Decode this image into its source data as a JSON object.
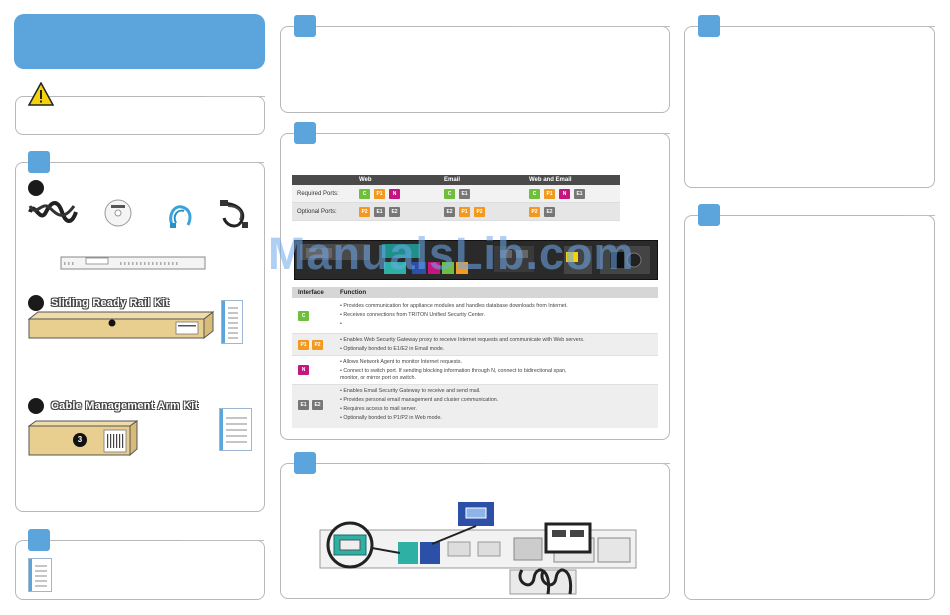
{
  "kits": {
    "rail_title": "Sliding Ready Rail Kit",
    "arm_title": "Cable Management Arm Kit",
    "arm_number": "3"
  },
  "ports_table": {
    "headers": [
      "Web",
      "Email",
      "Web and Email"
    ],
    "rows": [
      {
        "label": "Required Ports:",
        "web": [
          {
            "t": "C",
            "c": "green"
          },
          {
            "t": "P1",
            "c": "orange"
          },
          {
            "t": "N",
            "c": "mag"
          }
        ],
        "email": [
          {
            "t": "C",
            "c": "green"
          },
          {
            "t": "E1",
            "c": "gray"
          }
        ],
        "both": [
          {
            "t": "C",
            "c": "green"
          },
          {
            "t": "P1",
            "c": "orange"
          },
          {
            "t": "N",
            "c": "mag"
          },
          {
            "t": "E1",
            "c": "gray"
          }
        ]
      },
      {
        "label": "Optional Ports:",
        "web": [
          {
            "t": "P2",
            "c": "orange"
          },
          {
            "t": "E1",
            "c": "gray"
          },
          {
            "t": "E2",
            "c": "gray"
          }
        ],
        "email": [
          {
            "t": "E2",
            "c": "gray"
          },
          {
            "t": "P1",
            "c": "orange"
          },
          {
            "t": "P2",
            "c": "orange"
          }
        ],
        "both": [
          {
            "t": "P2",
            "c": "orange"
          },
          {
            "t": "E2",
            "c": "gray"
          }
        ]
      }
    ]
  },
  "function_table": {
    "header_interface": "Interface",
    "header_function": "Function",
    "rows": [
      {
        "chips": [
          {
            "t": "C",
            "c": "green"
          }
        ],
        "bullets": [
          "• Provides communication for appliance modules and handles database downloads from Internet.",
          "• Receives connections from TRITON Unified Security Center.",
          "•"
        ]
      },
      {
        "chips": [
          {
            "t": "P1",
            "c": "orange"
          },
          {
            "t": "P2",
            "c": "orange"
          }
        ],
        "bullets": [
          "• Enables Web Security Gateway proxy to receive Internet requests and communicate with Web servers.",
          "• Optionally bonded to E1/E2 in Email mode."
        ]
      },
      {
        "chips": [
          {
            "t": "N",
            "c": "mag"
          }
        ],
        "bullets": [
          "• Allows Network Agent to monitor Internet requests.",
          "• Connect to switch port. If sending blocking information through N, connect to bidirectional span,",
          "   monitor, or mirror port on switch."
        ]
      },
      {
        "chips": [
          {
            "t": "E1",
            "c": "gray"
          },
          {
            "t": "E2",
            "c": "gray"
          }
        ],
        "bullets": [
          "• Enables Email Security Gateway to receive and send mail.",
          "• Provides personal email management and cluster communication.",
          "• Requires access to mail server.",
          "• Optionally bonded to P1/P2 in Web mode."
        ]
      }
    ]
  },
  "watermark": "ManualsLib.com",
  "colors": {
    "accent_blue": "#5ba4dc",
    "green": "#6dbf3c",
    "orange": "#f39a1e",
    "magenta": "#c5157f",
    "gray": "#777777"
  }
}
